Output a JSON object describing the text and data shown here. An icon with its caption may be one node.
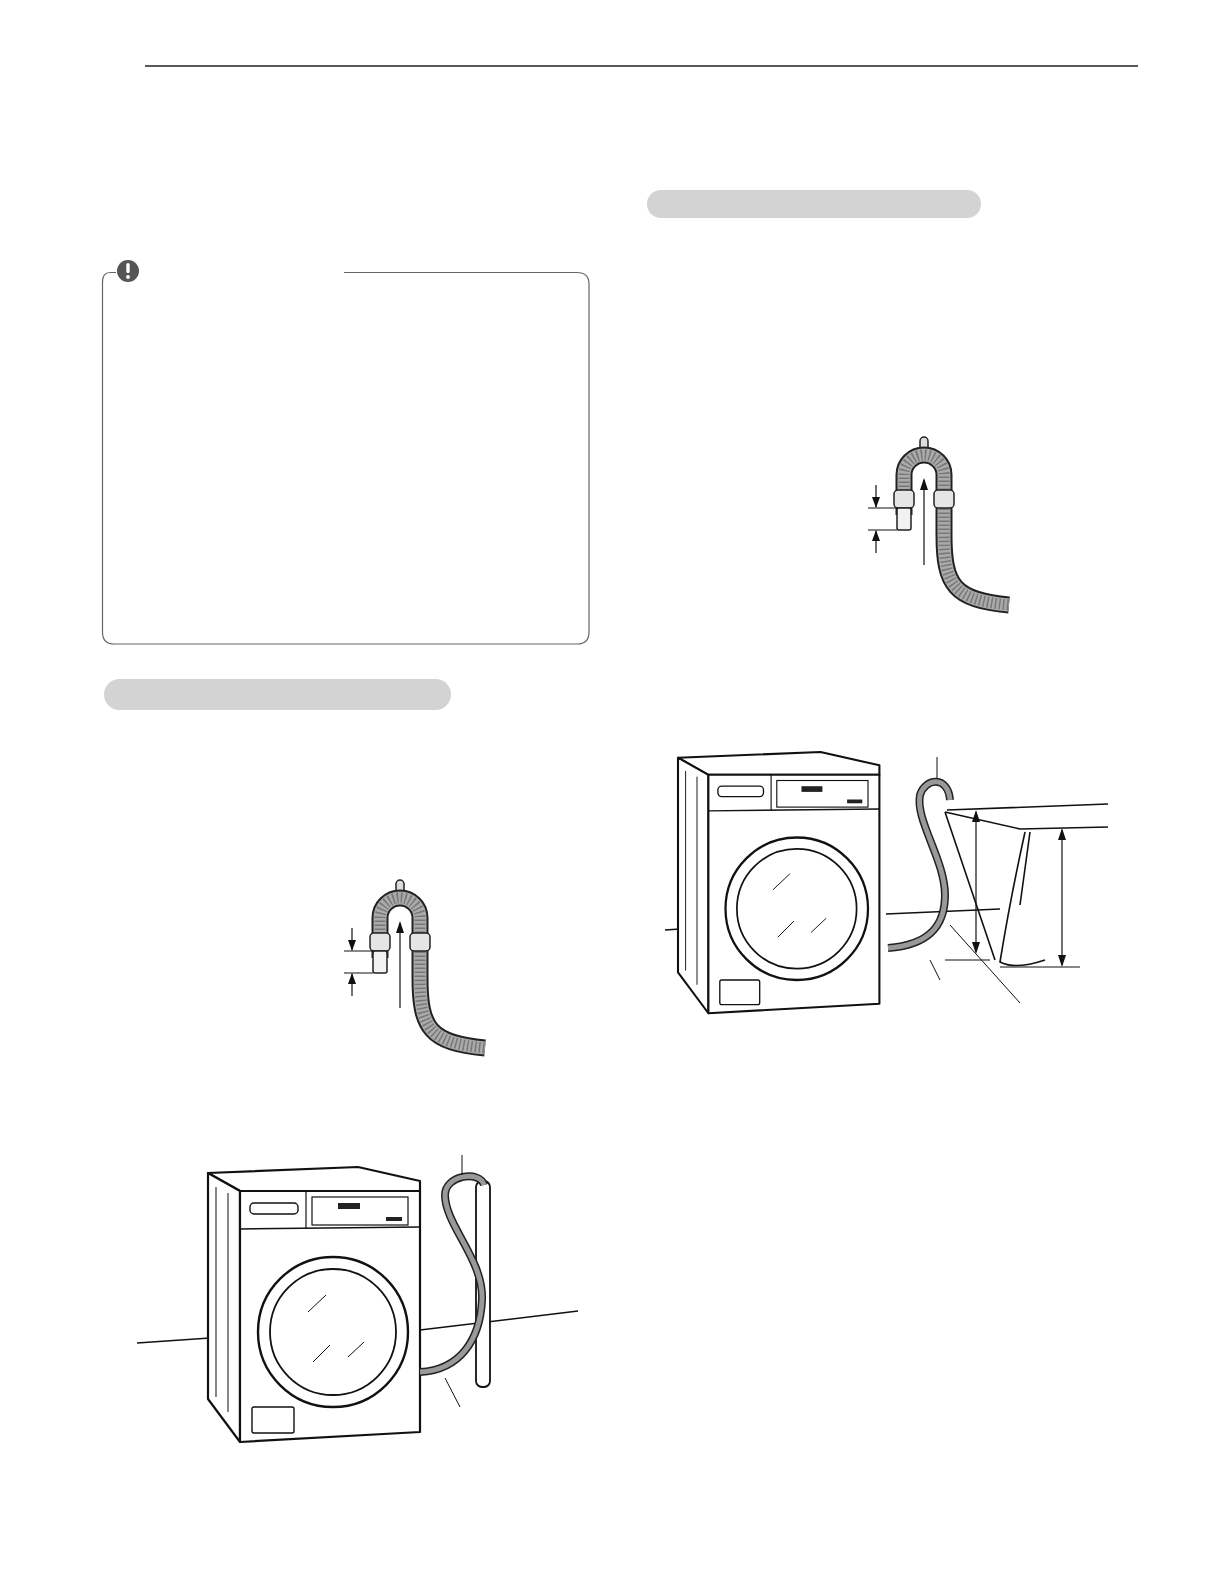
{
  "diagram": {
    "nodes": [
      {
        "text": [],
        "shape": "box"
      },
      {
        "text": [],
        "shape": "bar"
      },
      {
        "text": [],
        "shape": "bar"
      }
    ]
  }
}
